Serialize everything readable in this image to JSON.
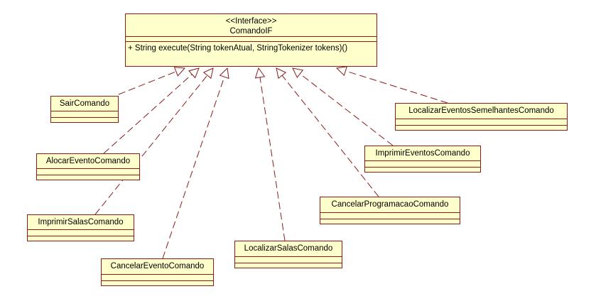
{
  "interface": {
    "stereotype": "<<Interface>>",
    "name": "ComandoIF",
    "operation": "+ String execute(String tokenAtual, StringTokenizer tokens)()"
  },
  "classes": [
    {
      "id": "sair",
      "name": "SairComando"
    },
    {
      "id": "alocar",
      "name": "AlocarEventoComando"
    },
    {
      "id": "imprimir-salas",
      "name": "ImprimirSalasComando"
    },
    {
      "id": "cancelar-evento",
      "name": "CancelarEventoComando"
    },
    {
      "id": "localizar-salas",
      "name": "LocalizarSalasComando"
    },
    {
      "id": "cancelar-programacao",
      "name": "CancelarProgramacaoComando"
    },
    {
      "id": "imprimir-eventos",
      "name": "ImprimirEventosComando"
    },
    {
      "id": "localizar-eventos",
      "name": "LocalizarEventosSemelhantesComando"
    }
  ],
  "colors": {
    "fill": "#ffffcc",
    "border": "#8b1a1a",
    "line": "#8b1a1a"
  }
}
